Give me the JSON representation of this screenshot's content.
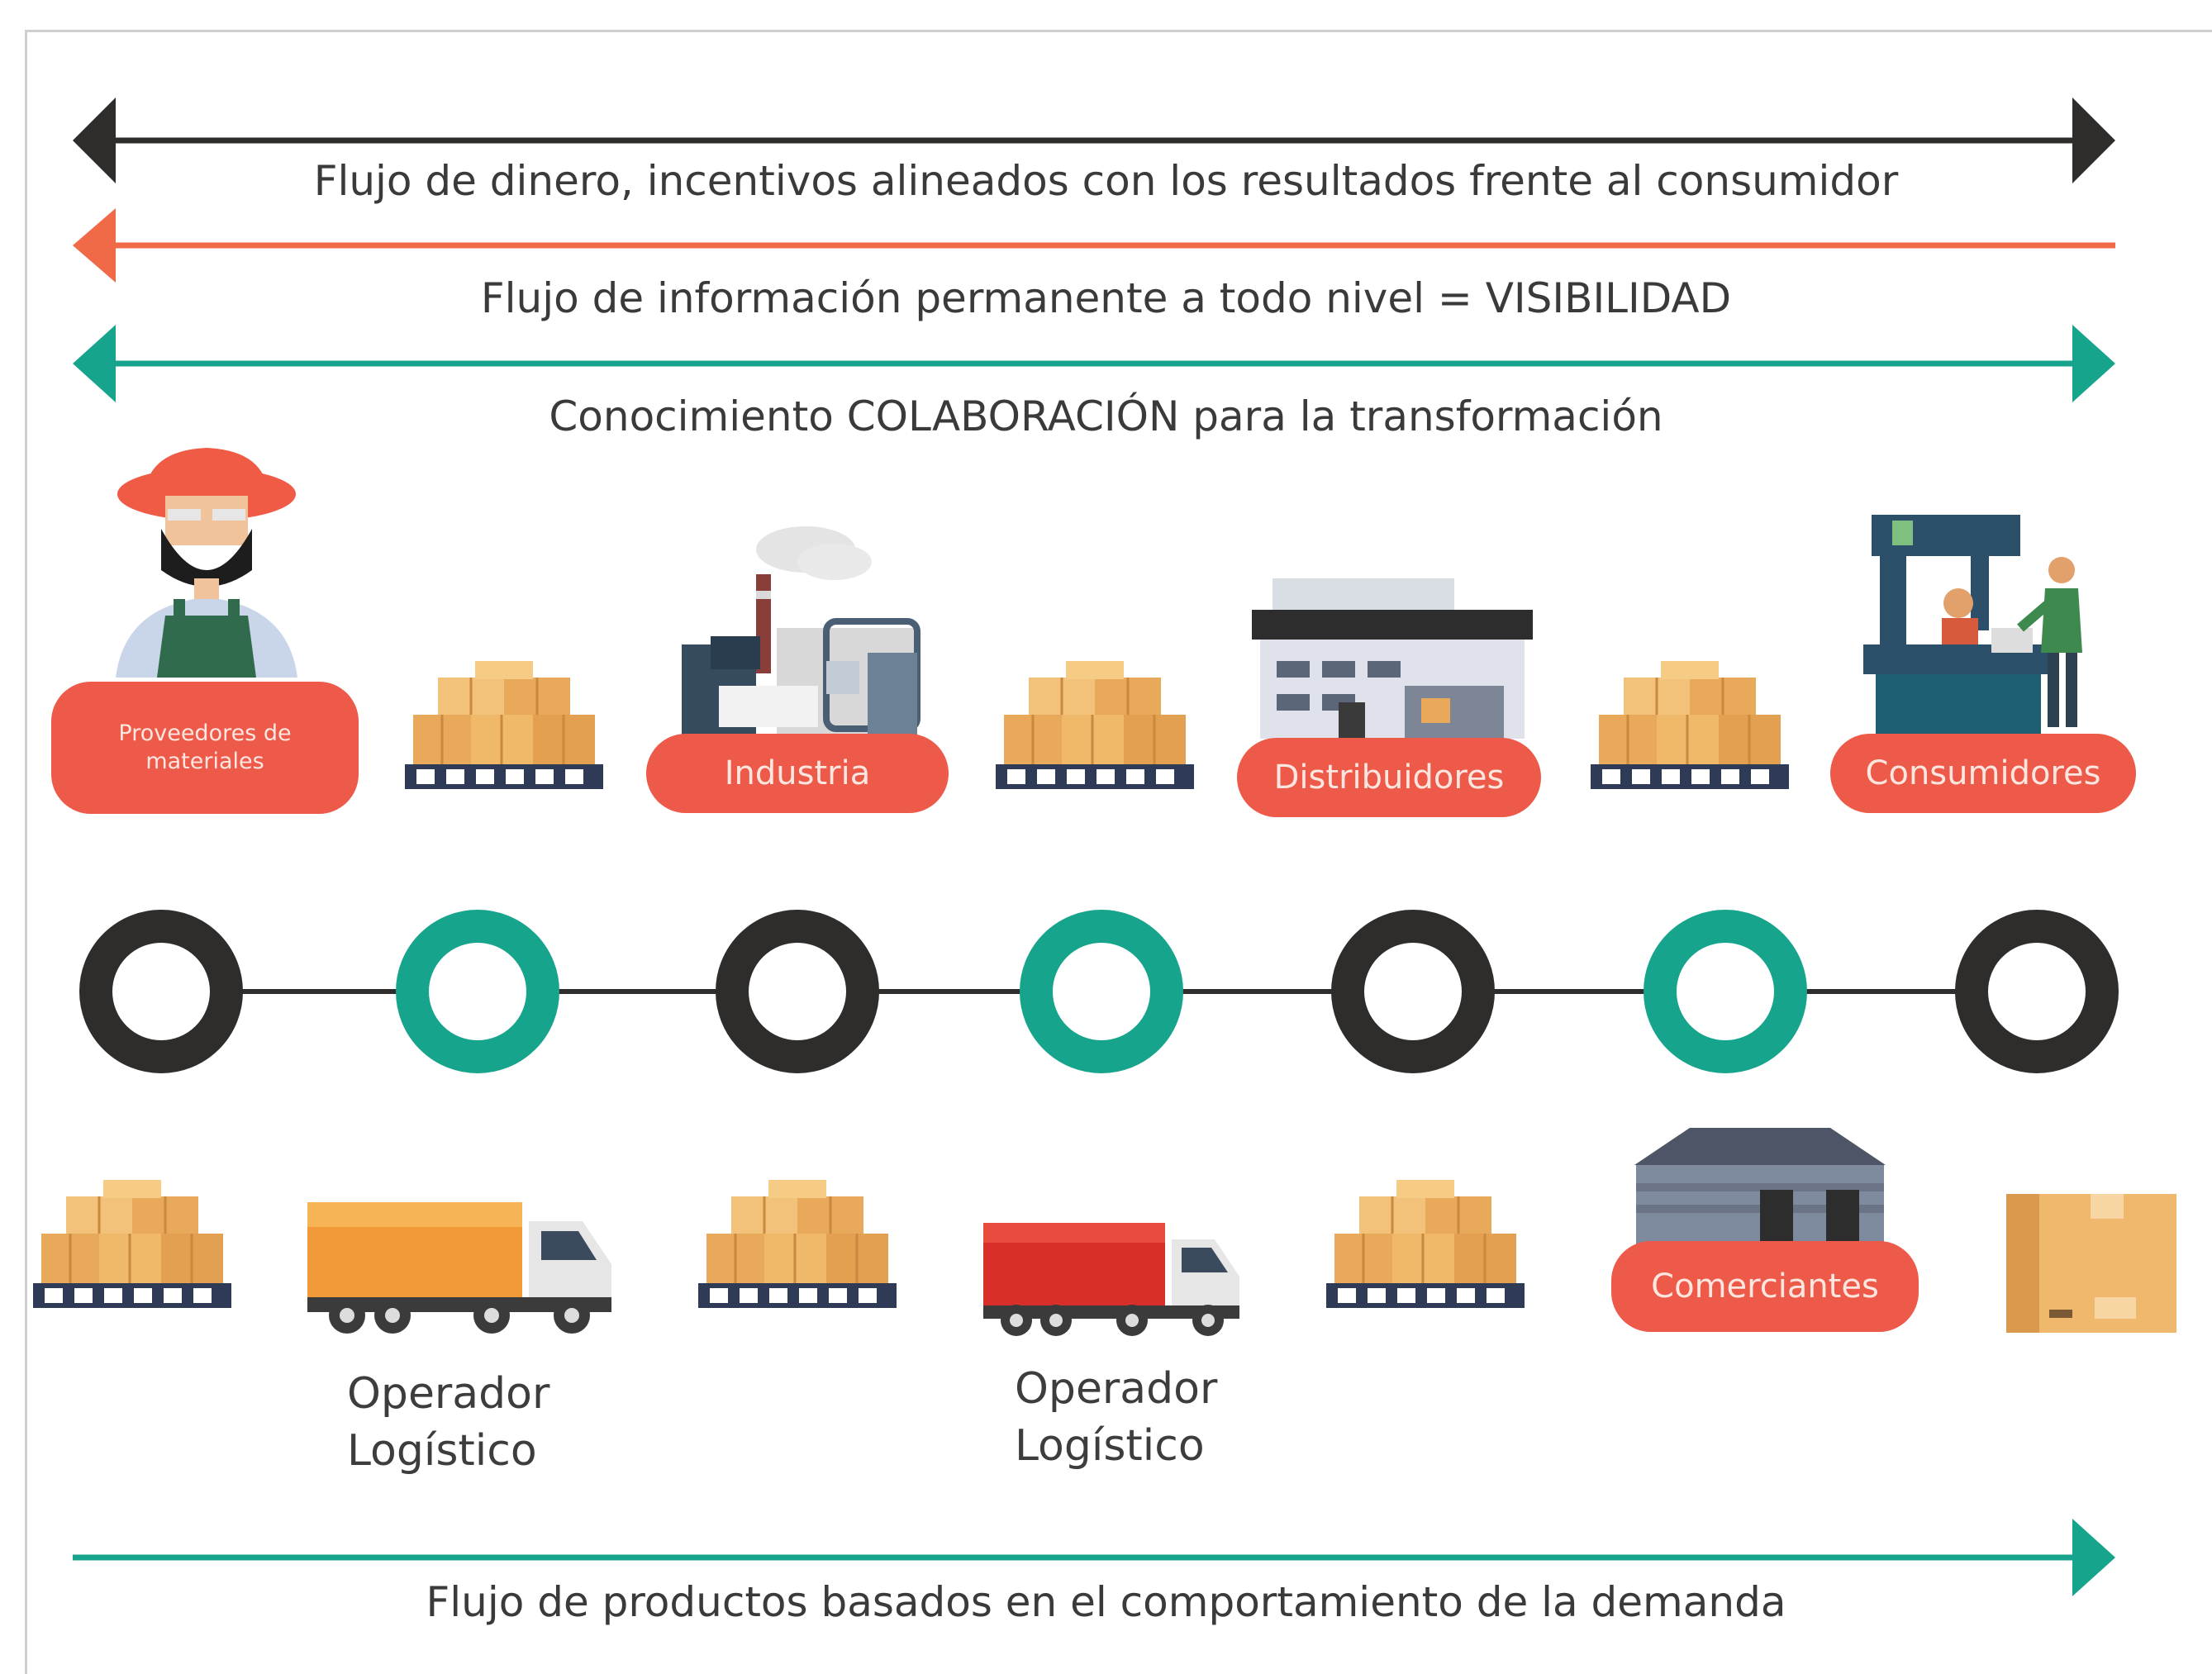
{
  "flows": {
    "money": "Flujo de dinero, incentivos alineados con los resultados frente al consumidor",
    "information": "Flujo de información permanente a todo nivel = VISIBILIDAD",
    "knowledge": "Conocimiento COLABORACIÓN para la transformación",
    "products": "Flujo de productos basados en el comportamiento de la demanda"
  },
  "actors": {
    "suppliers": "Proveedores de materiales",
    "industry": "Industria",
    "distributors": "Distribuidores",
    "consumers": "Consumidores",
    "merchants": "Comerciantes"
  },
  "operators": {
    "first": [
      "Operador",
      "Logístico"
    ],
    "second": [
      "Operador",
      "Logístico"
    ]
  },
  "colors": {
    "dark": "#2e2d2b",
    "orange": "#f06a48",
    "teal": "#16a58c",
    "pill": "#ee5a4a",
    "box": "#e8a95a"
  }
}
